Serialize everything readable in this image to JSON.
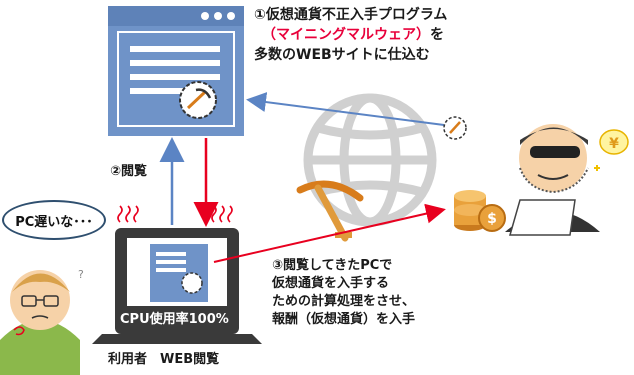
{
  "step1": {
    "line1": "①仮想通貨不正入手プログラム",
    "line2": "（マイニングマルウェア）",
    "line2_suffix": "を",
    "line3": "多数のWEBサイトに仕込む"
  },
  "step2": {
    "label": "②閲覧"
  },
  "step3": {
    "lines": [
      "③閲覧してきたPCで",
      "仮想通貨を入手する",
      "ための計算処理をさせ、",
      "報酬（仮想通貨）を入手"
    ]
  },
  "user": {
    "speech": "PC遅いな･･･",
    "caption": "利用者　WEB閲覧"
  },
  "laptop": {
    "cpu_label": "CPU使用率100%"
  },
  "hacker": {
    "yen_symbol": "¥"
  },
  "coin": {
    "symbol": "$"
  },
  "colors": {
    "window": "#6f93c8",
    "window_line": "#ffffff",
    "arrow_blue": "#5b84c4",
    "arrow_red": "#e8001f",
    "heat": "#e8001f",
    "coin": "#e9a13b"
  },
  "icons": [
    "browser-window-icon",
    "malware-gear-icon",
    "globe-icon",
    "pickaxe-icon",
    "coins-icon",
    "laptop-icon",
    "user-icon",
    "hacker-icon"
  ]
}
